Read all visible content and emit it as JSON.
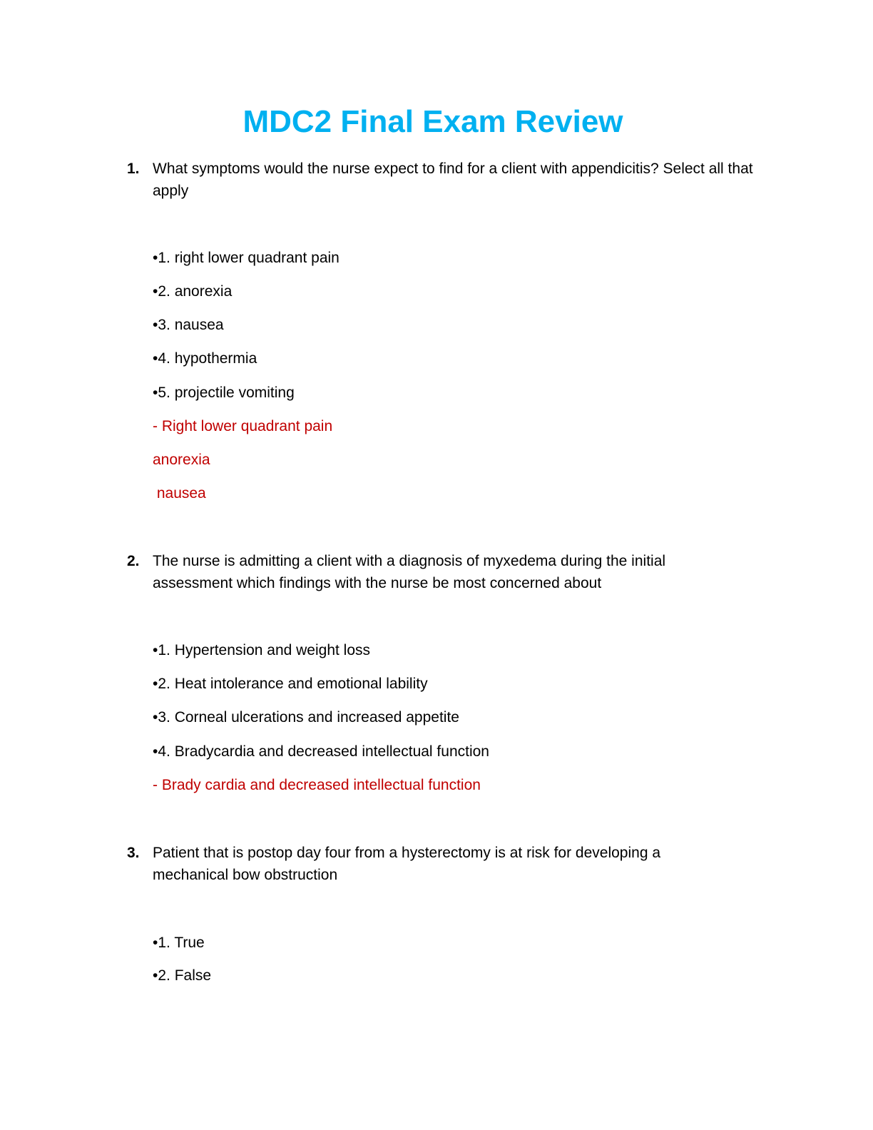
{
  "document": {
    "title": "MDC2 Final Exam Review",
    "title_color": "#00b0f0",
    "answer_color": "#c00000"
  },
  "questions": [
    {
      "number": "1.",
      "text": "What symptoms would the nurse expect to find for a client with appendicitis? Select all that apply",
      "options": [
        "•1. right lower quadrant pain",
        "•2. anorexia",
        "•3. nausea",
        "•4. hypothermia",
        "•5. projectile vomiting"
      ],
      "answers": [
        "- Right lower quadrant pain",
        "anorexia",
        " nausea"
      ]
    },
    {
      "number": "2.",
      "text": "The nurse is admitting a client with a diagnosis of myxedema during the initial assessment which findings with the nurse be most concerned about",
      "options": [
        "•1. Hypertension and weight loss",
        "•2. Heat intolerance and emotional lability",
        "•3. Corneal ulcerations and increased appetite",
        "•4. Bradycardia and decreased intellectual function"
      ],
      "answers": [
        "- Brady cardia and decreased intellectual function"
      ]
    },
    {
      "number": "3.",
      "text": "Patient that is postop day four from a hysterectomy is at risk for developing a mechanical bow obstruction",
      "options": [
        "•1. True",
        "•2. False"
      ],
      "answers": []
    }
  ]
}
